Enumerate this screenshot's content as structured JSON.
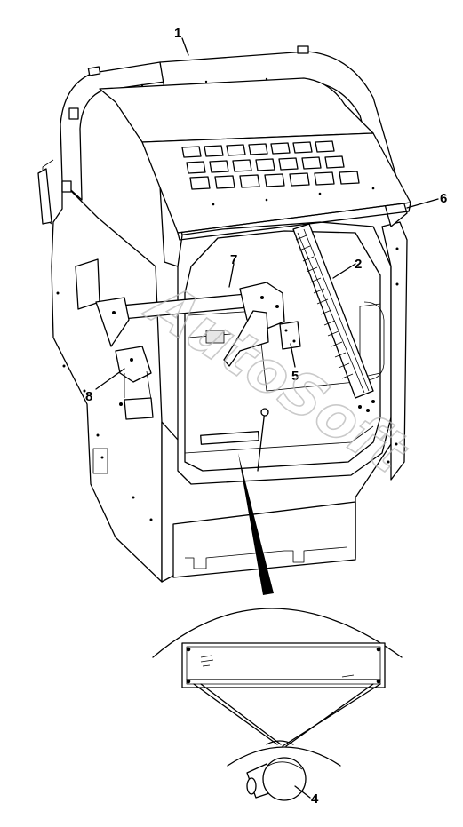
{
  "diagram": {
    "callouts": [
      {
        "id": "1",
        "label": "1"
      },
      {
        "id": "2",
        "label": "2"
      },
      {
        "id": "4",
        "label": "4"
      },
      {
        "id": "5",
        "label": "5"
      },
      {
        "id": "6",
        "label": "6"
      },
      {
        "id": "7",
        "label": "7"
      },
      {
        "id": "8",
        "label": "8"
      }
    ],
    "watermark": "AutoSoft"
  },
  "colors": {
    "line": "#000000",
    "background": "#ffffff",
    "watermark": "#b9b9b9"
  }
}
